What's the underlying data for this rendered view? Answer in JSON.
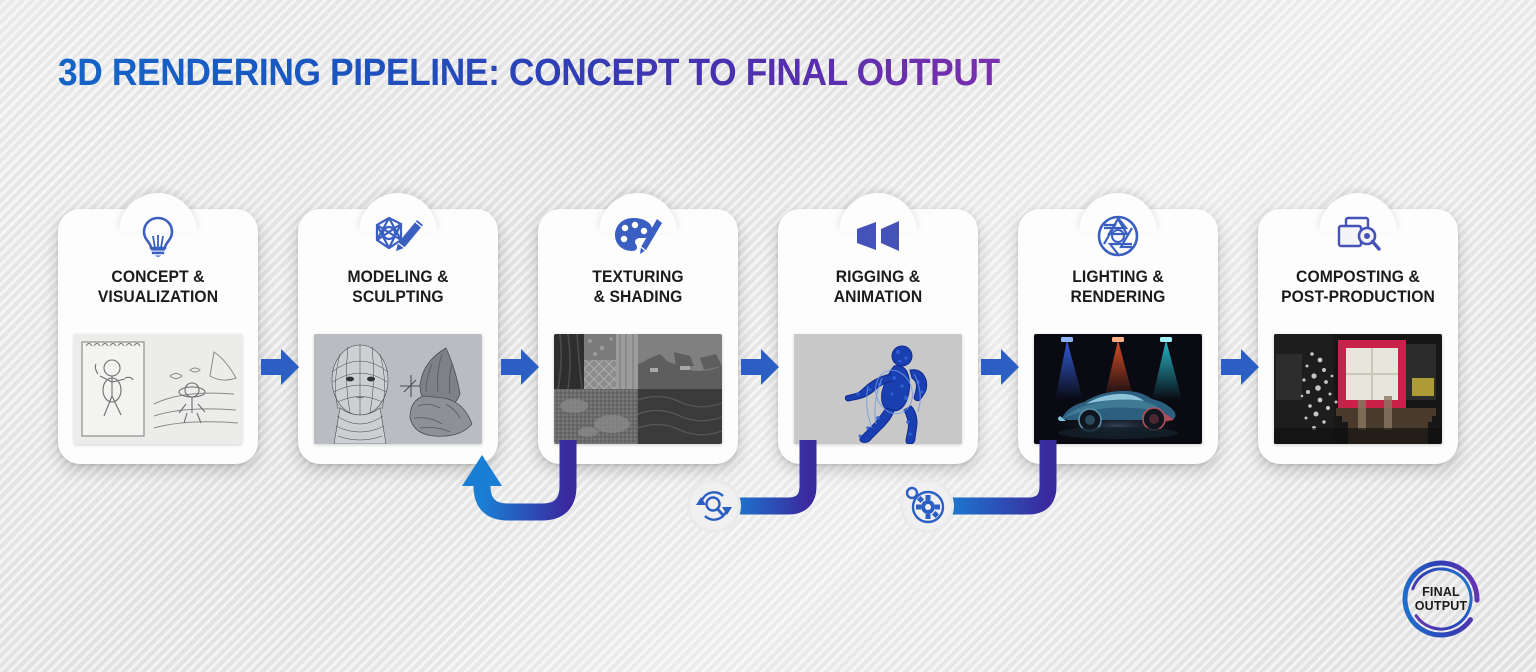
{
  "title": "3D RENDERING PIPELINE: CONCEPT TO FINAL OUTPUT",
  "colors": {
    "title_start": "#1565c8",
    "title_end": "#7b2fae",
    "icon_blue": "#3a5fc0",
    "arrow_blue": "#2b5fc4",
    "loop_start": "#1a7fd4",
    "loop_end": "#3a2a9e",
    "background": "#e8e8e8",
    "card": "#fdfdfd",
    "text": "#1b1b1b"
  },
  "stages": [
    {
      "id": "concept",
      "icon": "lightbulb-icon",
      "title_line1": "CONCEPT &",
      "title_line2": "VISUALIZATION",
      "thumb_name": "concept-sketch-thumbnail",
      "thumb_caption": "Pencil sketch of character concepts on notepad"
    },
    {
      "id": "modeling",
      "icon": "polygon-pencil-icon",
      "title_line1": "MODELING &",
      "title_line2": "SCULPTING",
      "thumb_name": "wireframe-head-thumbnail",
      "thumb_caption": "Wireframe head mesh beside sculpted rock formation"
    },
    {
      "id": "texturing",
      "icon": "paint-palette-icon",
      "title_line1": "TEXTURING",
      "title_line2": "& SHADING",
      "thumb_name": "texture-swatches-thumbnail",
      "thumb_caption": "Grid of material texture swatches: fabric, stone, metal"
    },
    {
      "id": "rigging",
      "icon": "rewind-film-icon",
      "title_line1": "RIGGING &",
      "title_line2": "ANIMATION",
      "thumb_name": "rigged-runner-thumbnail",
      "thumb_caption": "Blue wireframe human figure in running pose"
    },
    {
      "id": "lighting",
      "icon": "camera-aperture-icon",
      "title_line1": "LIGHTING &",
      "title_line2": "RENDERING",
      "thumb_name": "lit-sports-car-thumbnail",
      "thumb_caption": "Sports car lit by blue, orange and cyan studio spotlights"
    },
    {
      "id": "compositing",
      "icon": "layers-magnifier-icon",
      "title_line1": "COMPOSTING &",
      "title_line2": "POST-PRODUCTION",
      "thumb_name": "composite-vfx-thumbnail",
      "thumb_caption": "Composited interior shot with particle effects and red window frame"
    }
  ],
  "connectors": [
    {
      "id": "arrow-1",
      "from": "concept",
      "to": "modeling"
    },
    {
      "id": "arrow-2",
      "from": "modeling",
      "to": "texturing"
    },
    {
      "id": "arrow-3",
      "from": "texturing",
      "to": "rigging"
    },
    {
      "id": "arrow-4",
      "from": "rigging",
      "to": "lighting"
    },
    {
      "id": "arrow-5",
      "from": "lighting",
      "to": "compositing"
    }
  ],
  "feedback_loops": [
    {
      "id": "loop-1",
      "from": "texturing",
      "to": "modeling",
      "badge_icon": null
    },
    {
      "id": "loop-2",
      "from": "rigging",
      "to": "texturing",
      "badge_icon": "magnifier-refresh-icon"
    },
    {
      "id": "loop-3",
      "from": "lighting",
      "to": "rigging",
      "badge_icon": "gear-refresh-icon"
    }
  ],
  "final_output": {
    "line1": "FINAL",
    "line2": "OUTPUT"
  }
}
